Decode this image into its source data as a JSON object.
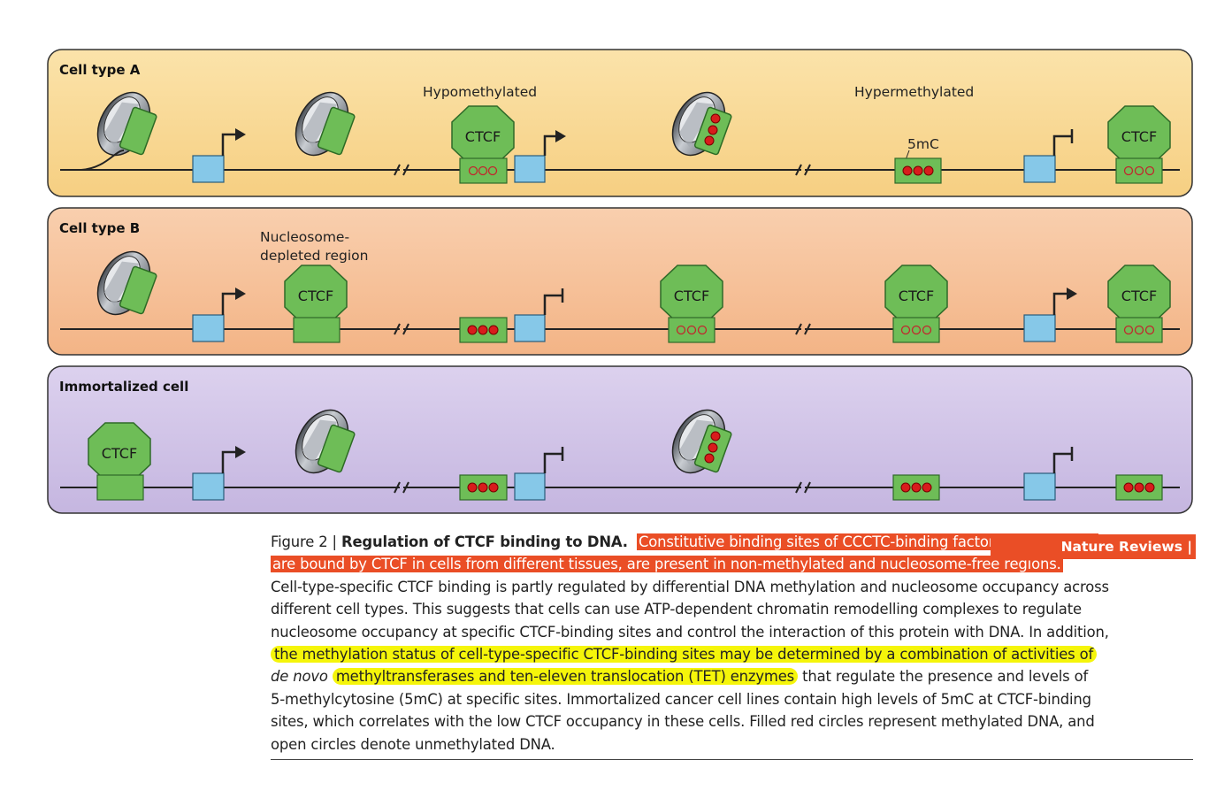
{
  "panels": [
    {
      "title": "Cell type A",
      "labels": {
        "hypo": "Hypomethylated",
        "hyper": "Hypermethylated",
        "mark": "5mC"
      }
    },
    {
      "title": "Cell type B",
      "labels": {
        "ndr1": "Nucleosome-",
        "ndr2": "depleted region"
      }
    },
    {
      "title": "Immortalized cell"
    }
  ],
  "ctcf_label": "CTCF",
  "colors": {
    "panel_a": "#f8d78e",
    "panel_b": "#f5b98f",
    "panel_c": "#cbbde3",
    "ctcf": "#6ebd57",
    "promoter": "#86c8e8",
    "methyl": "#d81c1c",
    "highlight_red": "#ea4e26",
    "highlight_yellow": "#f5f50a"
  },
  "caption": {
    "figure_label": "Figure 2 | ",
    "title": "Regulation of CTCF binding to DNA.",
    "line1": "Constitutive binding sites of CCCTC-binding factor (CTCF), which",
    "line2": "are bound by CTCF in cells from different tissues, are present in non-methylated and nucleosome-free regions.",
    "line3": "Cell-type-specific CTCF binding is partly regulated by differential DNA methylation and nucleosome occupancy across",
    "line4": "different cell types. This suggests that cells can use ATP-dependent chromatin remodelling complexes to regulate",
    "line5": "nucleosome occupancy at specific CTCF-binding sites and control the interaction of this protein with DNA. In addition,",
    "line6": "the methylation status of cell-type-specific CTCF-binding sites may be determined by a combination of activities of",
    "line7_italic": "de novo",
    "line7_highlight": "methyltransferases and ten-eleven translocation (TET) enzymes",
    "line7_rest": "that regulate the presence and levels of",
    "line8": "5-methylcytosine (5mC) at specific sites. Immortalized cancer cell lines contain high levels of 5mC at CTCF-binding",
    "line9": "sites, which correlates with the low CTCF occupancy in these cells. Filled red circles represent methylated DNA, and",
    "line10": "open circles denote unmethylated DNA."
  },
  "journal": "Nature Reviews | Genetics"
}
